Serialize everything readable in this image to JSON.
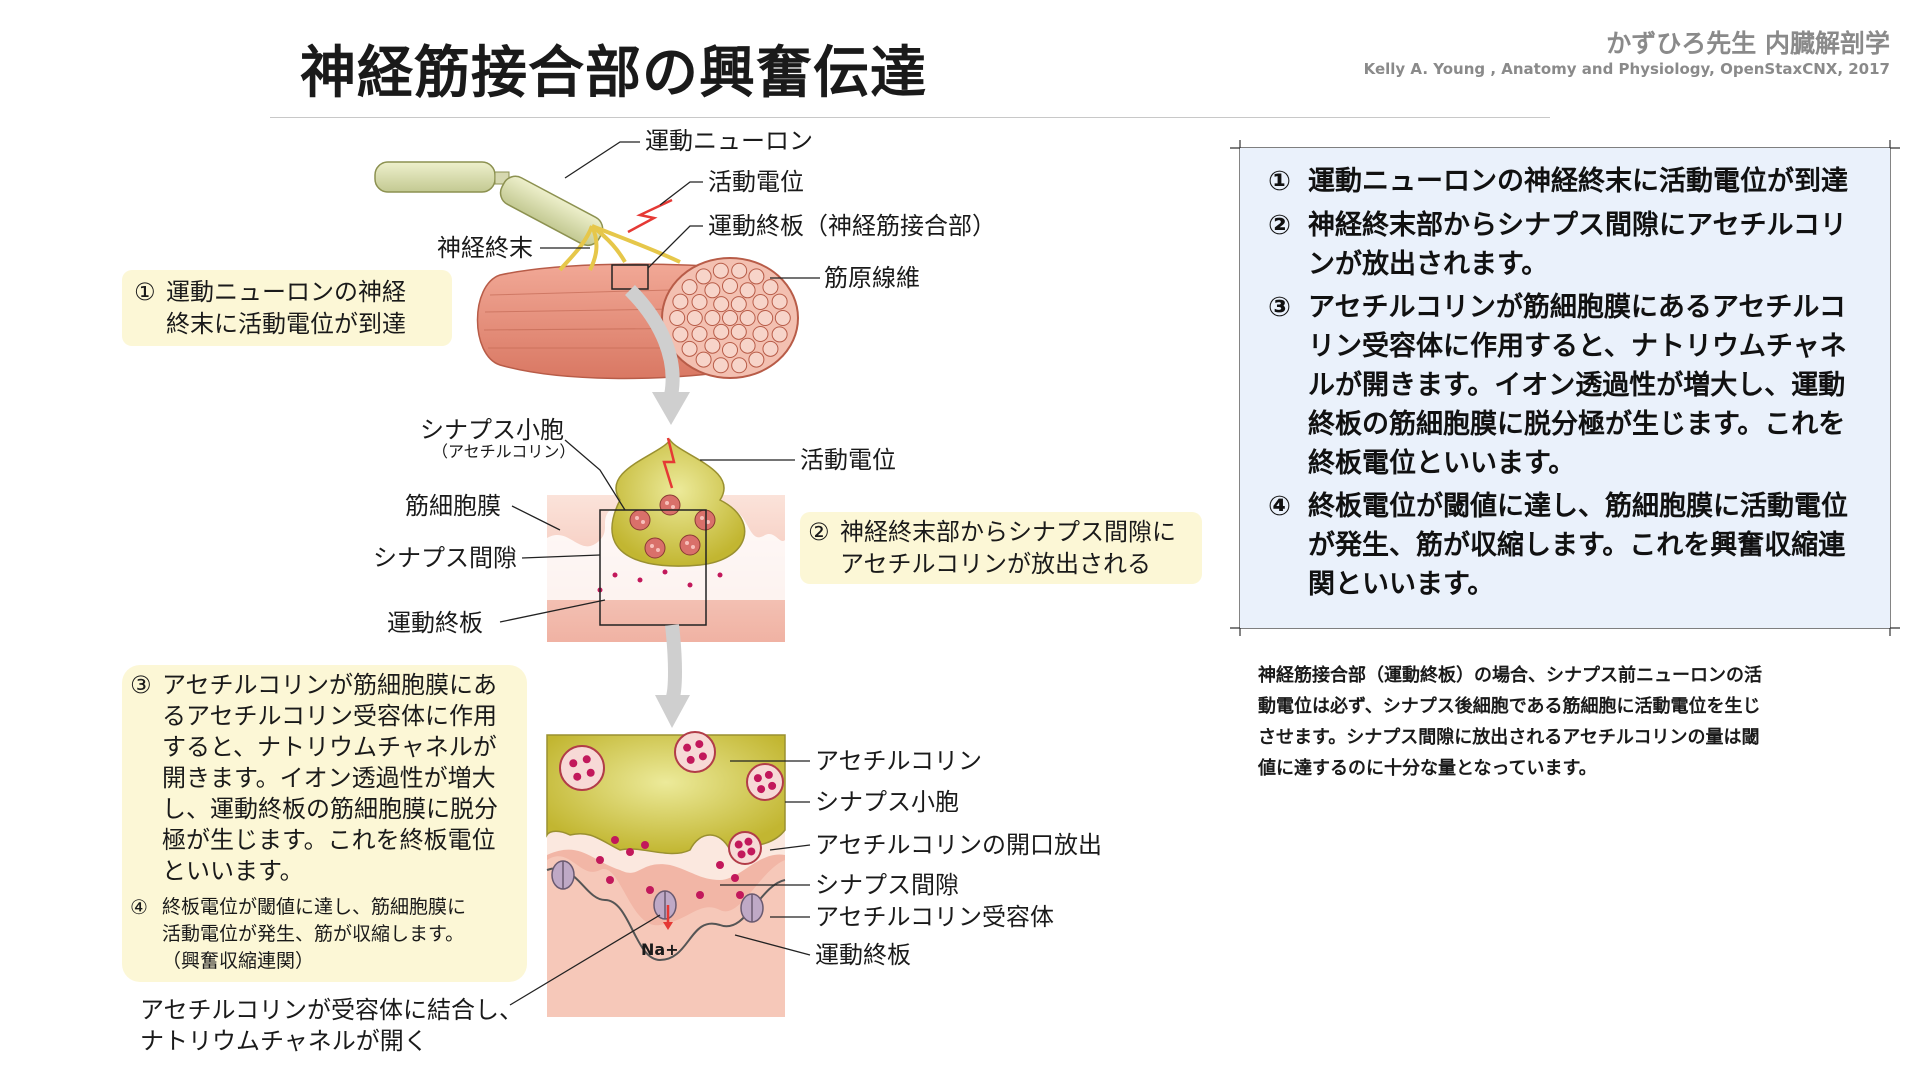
{
  "title": "神経筋接合部の興奮伝達",
  "brand": "かずひろ先生 内臓解剖学",
  "source": "Kelly A. Young , Anatomy and Physiology, OpenStaxCNX, 2017",
  "diagram": {
    "labels": {
      "motor_neuron": "運動ニューロン",
      "action_potential_top": "活動電位",
      "motor_end_plate_nmj": "運動終板（神経筋接合部）",
      "nerve_terminal": "神経終末",
      "myofibril": "筋原線維",
      "synaptic_vesicle": "シナプス小胞",
      "acetylcholine_paren": "（アセチルコリン）",
      "action_potential_mid": "活動電位",
      "sarcolemma": "筋細胞膜",
      "synaptic_cleft_mid": "シナプス間隙",
      "motor_end_plate_mid": "運動終板",
      "acetylcholine": "アセチルコリン",
      "synaptic_vesicle_low": "シナプス小胞",
      "exocytosis": "アセチルコリンの開口放出",
      "synaptic_cleft_low": "シナプス間隙",
      "ach_receptor": "アセチルコリン受容体",
      "motor_end_plate_low": "運動終板",
      "na_label": "Na+"
    },
    "callout1": {
      "num": "①",
      "lines": [
        "運動ニューロンの神経",
        "終末に活動電位が到達"
      ]
    },
    "callout2": {
      "num": "②",
      "lines": [
        "神経終末部からシナプス間隙に",
        "アセチルコリンが放出される"
      ]
    },
    "callout3": {
      "num": "③",
      "lines": [
        "アセチルコリンが筋細胞膜にあ",
        "るアセチルコリン受容体に作用",
        "すると、ナトリウムチャネルが",
        "開きます。イオン透過性が増大",
        "し、運動終板の筋細胞膜に脱分",
        "極が生じます。これを終板電位",
        "といいます。"
      ]
    },
    "callout4": {
      "num": "④",
      "lines": [
        "終板電位が閾値に達し、筋細胞膜に",
        "活動電位が発生、筋が収縮します。",
        "（興奮収縮連関）"
      ]
    },
    "bottom_note": [
      "アセチルコリンが受容体に結合し、",
      "ナトリウムチャネルが開く"
    ]
  },
  "summary": [
    {
      "num": "①",
      "lines": [
        "運動ニューロンの神経終末に活動電位が到達"
      ]
    },
    {
      "num": "②",
      "lines": [
        "神経終末部からシナプス間隙にアセチルコリ",
        "ンが放出されます。"
      ]
    },
    {
      "num": "③",
      "lines": [
        "アセチルコリンが筋細胞膜にあるアセチルコ",
        "リン受容体に作用すると、ナトリウムチャネ",
        "ルが開きます。イオン透過性が増大し、運動",
        "終板の筋細胞膜に脱分極が生じます。これを",
        "終板電位といいます。"
      ]
    },
    {
      "num": "④",
      "lines": [
        "終板電位が閾値に達し、筋細胞膜に活動電位",
        "が発生、筋が収縮します。これを興奮収縮連",
        "関といいます。"
      ]
    }
  ],
  "note": [
    "神経筋接合部（運動終板）の場合、シナプス前ニューロンの活",
    "動電位は必ず、シナプス後細胞である筋細胞に活動電位を生じ",
    "させます。シナプス間隙に放出されるアセチルコリンの量は閾",
    "値に達するのに十分な量となっています。"
  ],
  "colors": {
    "callout_bg": "#fcf7d6",
    "panel_bg": "#eaf1fb",
    "muscle": "#e8917c",
    "terminal": "#c8bf3a",
    "vesicle": "#d9706a",
    "acetylcholine_dot": "#c2185b",
    "arrow_gray": "#c8c8c8",
    "action_potential": "#e53935"
  }
}
